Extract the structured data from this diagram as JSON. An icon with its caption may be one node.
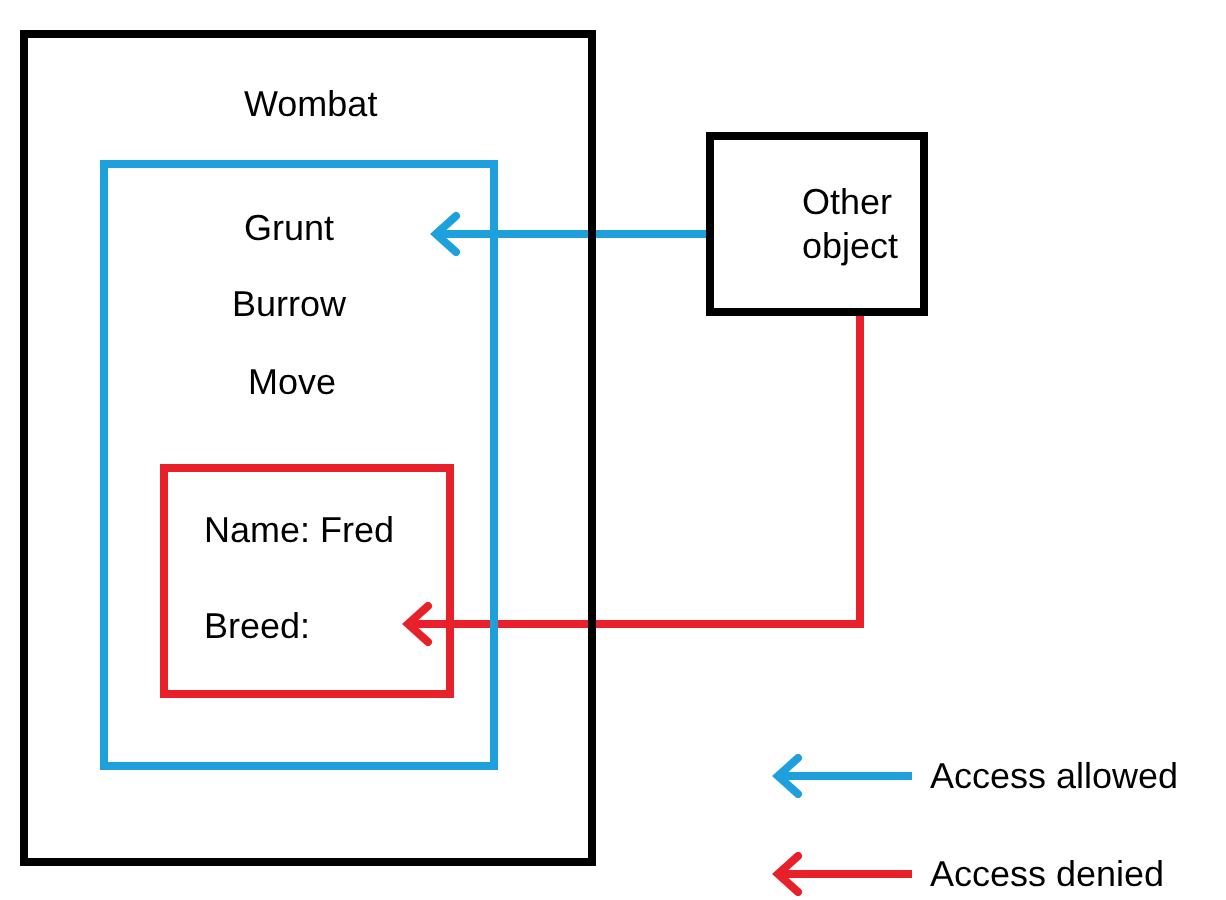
{
  "diagram": {
    "nodes": [
      {
        "text": [
          "Wombat"
        ]
      },
      {
        "text": [
          "Grunt",
          "Burrow",
          "Move"
        ],
        "in": 0
      },
      {
        "text": [
          "Name: Fred",
          "Breed:"
        ],
        "in": 1
      },
      {
        "text": [
          "Other object"
        ]
      }
    ],
    "edges": [
      {
        "from": 3,
        "to": 1,
        "arrow": "to",
        "color": "#1ea0dc"
      },
      {
        "from": 3,
        "to": 2,
        "arrow": "to",
        "color": "#e8202a"
      }
    ],
    "legend": [
      {
        "text": "Access allowed"
      },
      {
        "text": "Access denied"
      }
    ]
  }
}
